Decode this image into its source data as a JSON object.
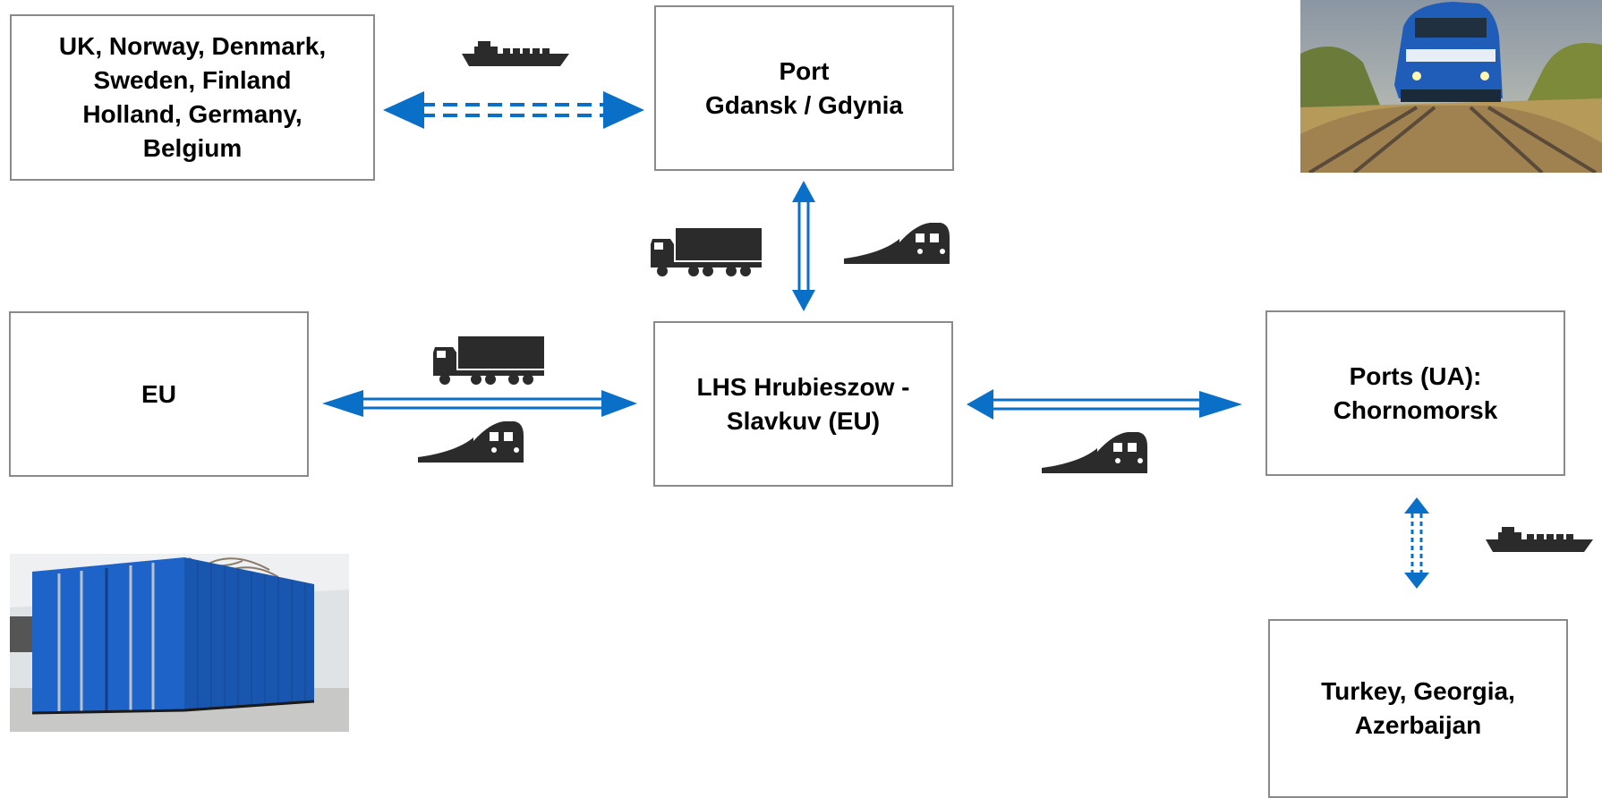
{
  "boxes": {
    "north_europe": "UK, Norway, Denmark,\nSweden, Finland\nHolland, Germany,\nBelgium",
    "port_gdansk": "Port\nGdansk / Gdynia",
    "eu": "EU",
    "lhs": "LHS Hrubieszow -\nSlavkuv (EU)",
    "ports_ua": "Ports (UA):\nChornomorsk",
    "turkey": "Turkey, Georgia,\nAzerbaijan"
  },
  "icons": [
    "ship-icon",
    "truck-icon",
    "train-icon"
  ],
  "colors": {
    "arrow": "#0a6fc7",
    "icon": "#2b2b2b",
    "border": "#8a8a8a"
  }
}
